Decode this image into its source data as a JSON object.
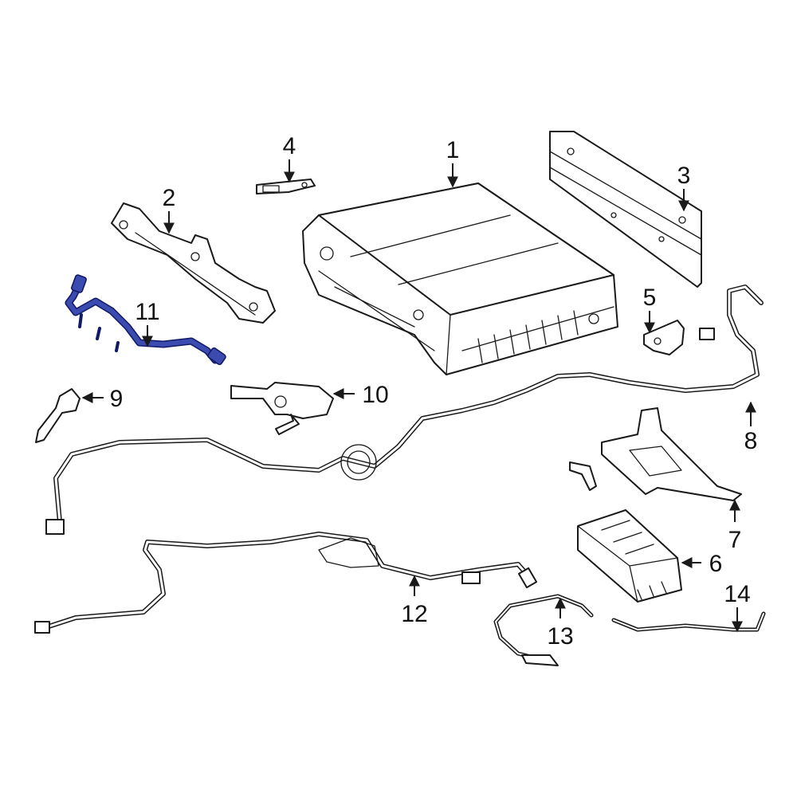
{
  "diagram": {
    "highlight_color": "#3b4bb0",
    "callouts": [
      "1",
      "2",
      "3",
      "4",
      "5",
      "6",
      "7",
      "8",
      "9",
      "10",
      "11",
      "12",
      "13",
      "14"
    ]
  }
}
